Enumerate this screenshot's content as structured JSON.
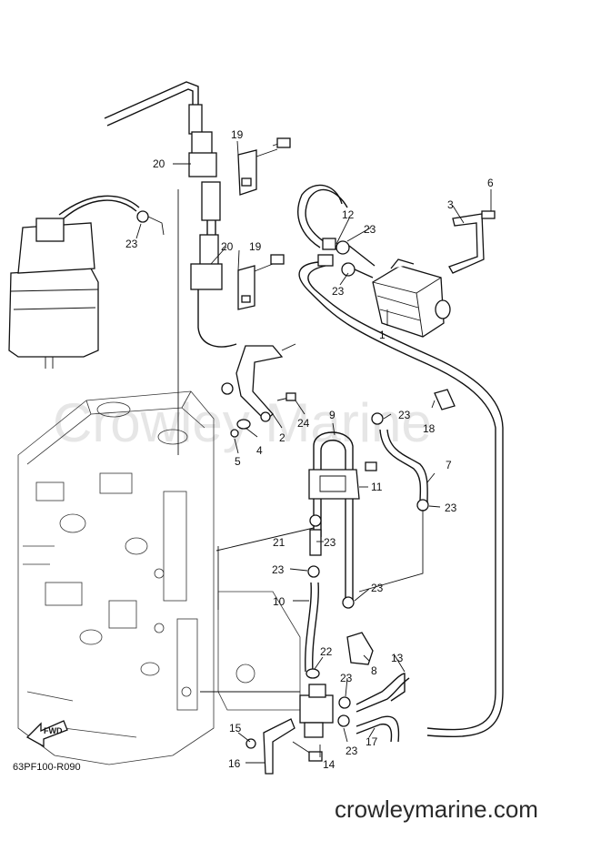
{
  "diagram": {
    "code": "63PF100-R090",
    "watermark": "Crowley Marine",
    "website": "crowleymarine.com",
    "fwd_label": "FWD",
    "callouts": {
      "c1": "1",
      "c2": "2",
      "c3": "3",
      "c4": "4",
      "c5": "5",
      "c6": "6",
      "c7": "7",
      "c8": "8",
      "c9": "9",
      "c10": "10",
      "c11": "11",
      "c12": "12",
      "c13": "13",
      "c14": "14",
      "c15": "15",
      "c16": "16",
      "c17": "17",
      "c18": "18",
      "c19a": "19",
      "c19b": "19",
      "c20a": "20",
      "c20b": "20",
      "c21": "21",
      "c22": "22",
      "c23a": "23",
      "c23b": "23",
      "c23c": "23",
      "c23d": "23",
      "c23e": "23",
      "c23f": "23",
      "c23g": "23",
      "c23h": "23",
      "c23i": "23",
      "c23j": "23",
      "c24": "24"
    }
  }
}
